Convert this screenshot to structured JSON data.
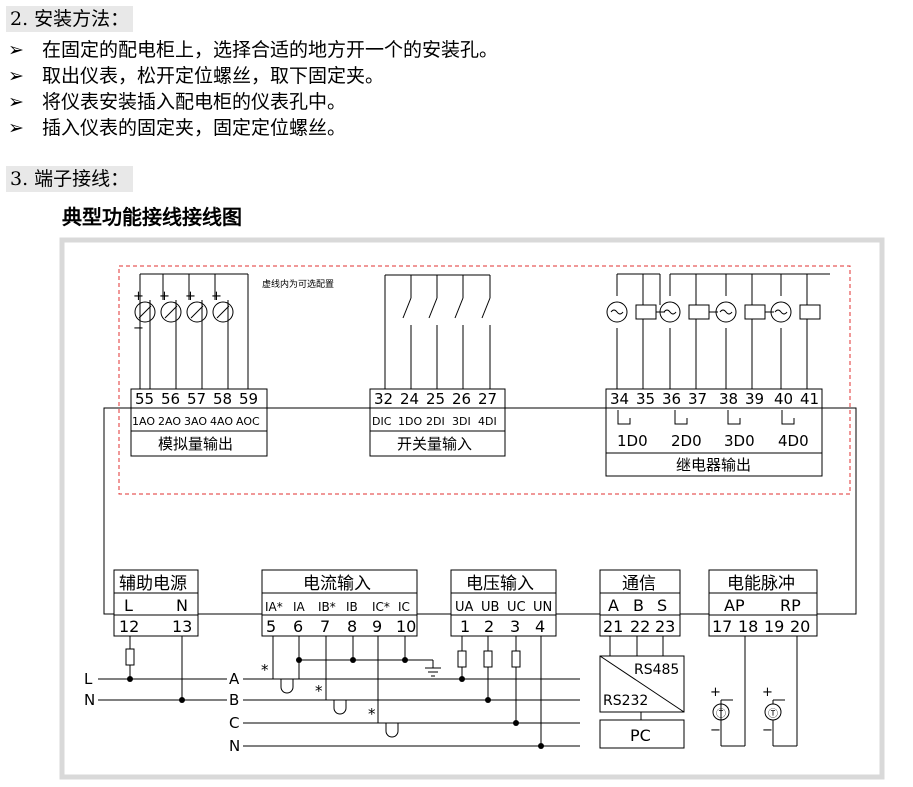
{
  "section2_title": "2. 安装方法：",
  "bullet_glyph": "➢",
  "bullets": [
    "在固定的配电柜上，选择合适的地方开一个的安装孔。",
    "取出仪表，松开定位螺丝，取下固定夹。",
    "将仪表安装插入配电柜的仪表孔中。",
    "插入仪表的固定夹，固定定位螺丝。"
  ],
  "section3_title": "3.  端子接线：",
  "diagram_title": "典型功能接线接线图",
  "diagram": {
    "optional_note": "虚线内为可选配置",
    "analog": {
      "numbers": [
        "55",
        "56",
        "57",
        "58",
        "59"
      ],
      "labels": [
        "1AO",
        "2AO",
        "3AO",
        "4AO",
        "AOC"
      ],
      "title": "模拟量输出"
    },
    "switch": {
      "numbers": [
        "32",
        "24",
        "25",
        "26",
        "27"
      ],
      "labels": [
        "DIC",
        "1DO",
        "2DI",
        "3DI",
        "4DI"
      ],
      "title": "开关量输入"
    },
    "relay": {
      "numbers": [
        "34",
        "35",
        "36",
        "37",
        "38",
        "39",
        "40",
        "41"
      ],
      "labels": [
        "1D0",
        "2D0",
        "3D0",
        "4D0"
      ],
      "title": "继电器输出"
    },
    "aux_power": {
      "title": "辅助电源",
      "labels": [
        "L",
        "N"
      ],
      "numbers": [
        "12",
        "13"
      ]
    },
    "current": {
      "title": "电流输入",
      "labels": [
        "IA*",
        "IA",
        "IB*",
        "IB",
        "IC*",
        "IC"
      ],
      "numbers": [
        "5",
        "6",
        "7",
        "8",
        "9",
        "10"
      ]
    },
    "voltage": {
      "title": "电压输入",
      "labels": [
        "UA",
        "UB",
        "UC",
        "UN"
      ],
      "numbers": [
        "1",
        "2",
        "3",
        "4"
      ]
    },
    "comm": {
      "title": "通信",
      "labels": [
        "A",
        "B",
        "S"
      ],
      "numbers": [
        "21",
        "22",
        "23"
      ]
    },
    "pulse": {
      "title": "电能脉冲",
      "labels": [
        "AP",
        "RP"
      ],
      "numbers": [
        "17",
        "18",
        "19",
        "20"
      ]
    },
    "converter": {
      "rs485": "RS485",
      "rs232": "RS232",
      "pc": "PC"
    },
    "lines_left": [
      "L",
      "N"
    ],
    "lines_phase": [
      "A",
      "B",
      "C",
      "N"
    ],
    "plus": "+",
    "minus": "−",
    "star": "*"
  }
}
